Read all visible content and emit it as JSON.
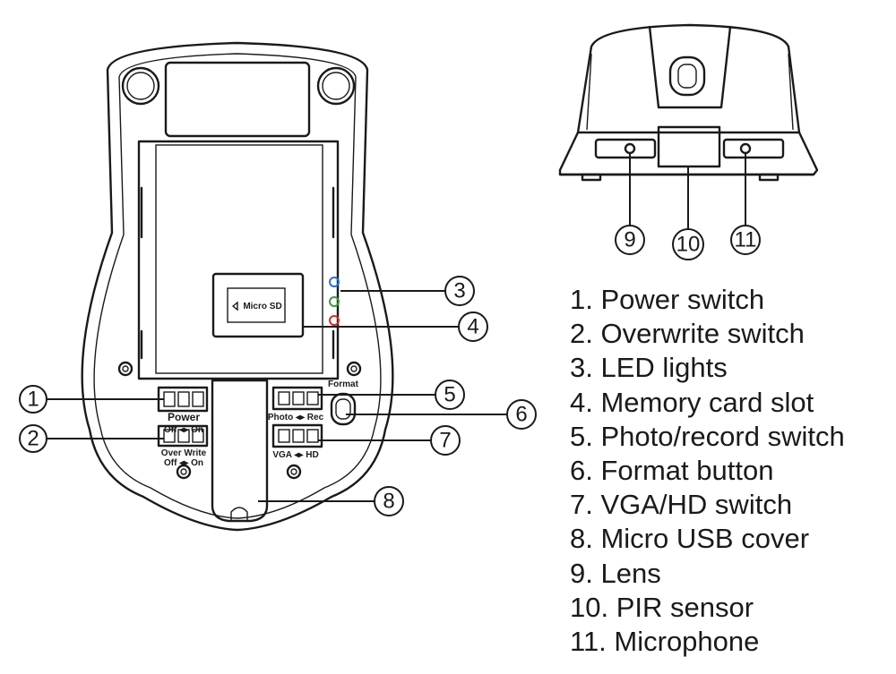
{
  "callouts": [
    {
      "number": "1",
      "label": "Power switch"
    },
    {
      "number": "2",
      "label": "Overwrite switch"
    },
    {
      "number": "3",
      "label": "LED lights"
    },
    {
      "number": "4",
      "label": "Memory card slot"
    },
    {
      "number": "5",
      "label": "Photo/record switch"
    },
    {
      "number": "6",
      "label": "Format button"
    },
    {
      "number": "7",
      "label": "VGA/HD switch"
    },
    {
      "number": "8",
      "label": "Micro USB cover"
    },
    {
      "number": "9",
      "label": "Lens"
    },
    {
      "number": "10",
      "label": "PIR sensor"
    },
    {
      "number": "11",
      "label": "Microphone"
    }
  ],
  "device_labels": {
    "micro_sd": "Micro SD",
    "power": "Power",
    "power_states": "Off ◂▸ On",
    "overwrite": "Over Write",
    "overwrite_states": "Off ◂▸ On",
    "photo_rec": "Photo ◂▸ Rec",
    "vga_hd": "VGA ◂▸ HD",
    "format": "Format"
  },
  "legend": [
    "1. Power switch",
    "2. Overwrite switch",
    "3. LED lights",
    "4. Memory card slot",
    "5. Photo/record switch",
    "6. Format button",
    "7. VGA/HD switch",
    "8. Micro USB cover",
    "9. Lens",
    "10. PIR sensor",
    "11. Microphone"
  ],
  "led_colors": {
    "blue": "#2a6fc9",
    "green": "#3a9a3a",
    "red": "#c83030"
  }
}
